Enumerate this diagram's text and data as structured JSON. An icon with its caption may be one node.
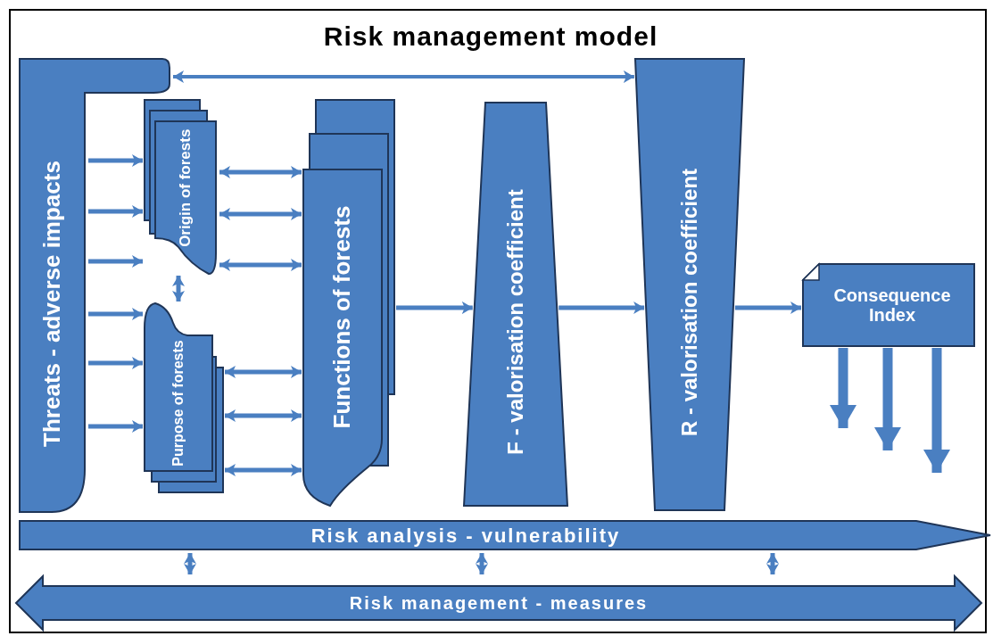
{
  "diagram": {
    "title": "Risk management model",
    "nodes": [
      {
        "text": [
          "Threats - adverse impacts"
        ]
      },
      {
        "text": [
          "Origin of forests"
        ]
      },
      {
        "text": [
          "Purpose of forests"
        ]
      },
      {
        "text": [
          "Functions of forests"
        ]
      },
      {
        "text": [
          "F - valorisation coefficient"
        ]
      },
      {
        "text": [
          "R - valorisation coefficient"
        ]
      },
      {
        "text": [
          "Consequence Index"
        ]
      },
      {
        "text": [
          "Risk analysis - vulnerability"
        ]
      },
      {
        "text": [
          "Risk management - measures"
        ]
      }
    ],
    "edges": [
      {
        "from": 0,
        "to": 5,
        "arrow": "both"
      },
      {
        "from": 0,
        "to": 1,
        "arrow": "to"
      },
      {
        "from": 0,
        "to": 1,
        "arrow": "to"
      },
      {
        "from": 0,
        "to": 1,
        "arrow": "to"
      },
      {
        "from": 0,
        "to": 2,
        "arrow": "to"
      },
      {
        "from": 0,
        "to": 2,
        "arrow": "to"
      },
      {
        "from": 0,
        "to": 2,
        "arrow": "to"
      },
      {
        "from": 1,
        "to": 2,
        "arrow": "both"
      },
      {
        "from": 1,
        "to": 3,
        "arrow": "both"
      },
      {
        "from": 1,
        "to": 3,
        "arrow": "both"
      },
      {
        "from": 1,
        "to": 3,
        "arrow": "both"
      },
      {
        "from": 2,
        "to": 3,
        "arrow": "both"
      },
      {
        "from": 2,
        "to": 3,
        "arrow": "both"
      },
      {
        "from": 2,
        "to": 3,
        "arrow": "both"
      },
      {
        "from": 3,
        "to": 4,
        "arrow": "to"
      },
      {
        "from": 4,
        "to": 5,
        "arrow": "to"
      },
      {
        "from": 5,
        "to": 6,
        "arrow": "to"
      },
      {
        "from": 6,
        "to": null,
        "arrow": "to",
        "style": "thick"
      },
      {
        "from": 6,
        "to": null,
        "arrow": "to",
        "style": "thick"
      },
      {
        "from": 6,
        "to": null,
        "arrow": "to",
        "style": "thick"
      },
      {
        "from": 7,
        "to": 8,
        "arrow": "both"
      },
      {
        "from": 7,
        "to": 8,
        "arrow": "both"
      },
      {
        "from": 7,
        "to": 8,
        "arrow": "both"
      }
    ]
  }
}
